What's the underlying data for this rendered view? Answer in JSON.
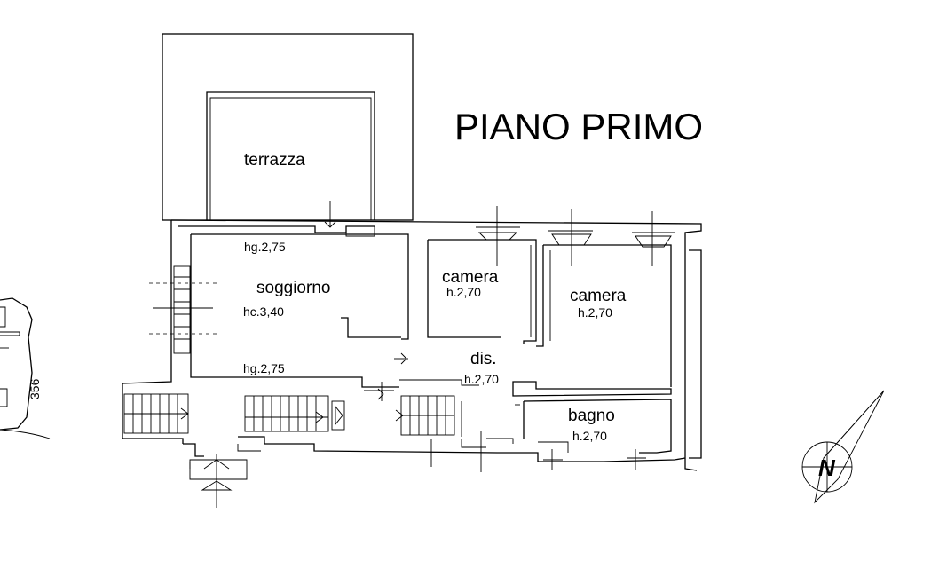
{
  "title": "PIANO PRIMO",
  "rooms": {
    "terrazza": {
      "name": "terrazza"
    },
    "soggiorno": {
      "name": "soggiorno",
      "hg_top": "hg.2,75",
      "hc": "hc.3,40",
      "hg_bottom": "hg.2,75"
    },
    "camera1": {
      "name": "camera",
      "height": "h.2,70"
    },
    "camera2": {
      "name": "camera",
      "height": "h.2,70"
    },
    "dis": {
      "name": "dis.",
      "height": "h.2,70"
    },
    "bagno": {
      "name": "bagno",
      "height": "h.2,70"
    }
  },
  "side_number": "356",
  "compass": {
    "letter": "N",
    "icon": "north-arrow-icon"
  },
  "colors": {
    "line": "#000000",
    "background": "#ffffff"
  }
}
